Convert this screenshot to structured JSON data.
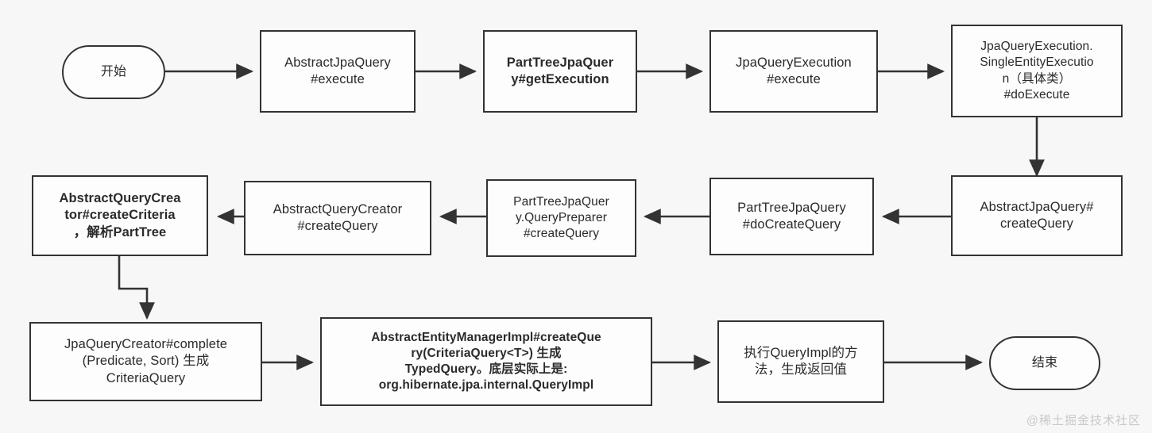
{
  "diagram": {
    "title": "Spring Data JPA PartTree query execution flow",
    "background_color": "#f7f7f7",
    "node_fill": "#fdfdfd",
    "node_border_color": "#333333",
    "arrow_color": "#333333",
    "watermark": "@稀土掘金技术社区",
    "nodes": [
      {
        "id": "start",
        "shape": "terminal",
        "bold": false,
        "label": "开始"
      },
      {
        "id": "n2",
        "shape": "rect",
        "bold": false,
        "label": "AbstractJpaQuery\n#execute"
      },
      {
        "id": "n3",
        "shape": "rect",
        "bold": true,
        "label": "PartTreeJpaQuer\ny#getExecution"
      },
      {
        "id": "n4",
        "shape": "rect",
        "bold": false,
        "label": "JpaQueryExecution\n#execute"
      },
      {
        "id": "n5",
        "shape": "rect",
        "bold": false,
        "label": "JpaQueryExecution.\nSingleEntityExecutio\nn（具体类）\n#doExecute"
      },
      {
        "id": "n6",
        "shape": "rect",
        "bold": false,
        "label": "AbstractJpaQuery#\ncreateQuery"
      },
      {
        "id": "n7",
        "shape": "rect",
        "bold": false,
        "label": "PartTreeJpaQuery\n#doCreateQuery"
      },
      {
        "id": "n8",
        "shape": "rect",
        "bold": false,
        "label": "PartTreeJpaQuer\ny.QueryPreparer\n#createQuery"
      },
      {
        "id": "n9",
        "shape": "rect",
        "bold": false,
        "label": "AbstractQueryCreator\n#createQuery"
      },
      {
        "id": "n10",
        "shape": "rect",
        "bold": true,
        "label": "AbstractQueryCrea\ntor#createCriteria\n，解析PartTree"
      },
      {
        "id": "n11",
        "shape": "rect",
        "bold": false,
        "label": "JpaQueryCreator#complete\n(Predicate, Sort) 生成\nCriteriaQuery"
      },
      {
        "id": "n12",
        "shape": "rect",
        "bold": true,
        "label": "AbstractEntityManagerImpl#createQue\nry(CriteriaQuery<T>) 生成\nTypedQuery。底层实际上是:\norg.hibernate.jpa.internal.QueryImpl"
      },
      {
        "id": "n13",
        "shape": "rect",
        "bold": false,
        "label": "执行QueryImpl的方\n法，生成返回值"
      },
      {
        "id": "end",
        "shape": "terminal",
        "bold": false,
        "label": "结束"
      }
    ],
    "edges": [
      {
        "from": "start",
        "to": "n2",
        "direction": "right"
      },
      {
        "from": "n2",
        "to": "n3",
        "direction": "right"
      },
      {
        "from": "n3",
        "to": "n4",
        "direction": "right"
      },
      {
        "from": "n4",
        "to": "n5",
        "direction": "right"
      },
      {
        "from": "n5",
        "to": "n6",
        "direction": "down"
      },
      {
        "from": "n6",
        "to": "n7",
        "direction": "left"
      },
      {
        "from": "n7",
        "to": "n8",
        "direction": "left"
      },
      {
        "from": "n8",
        "to": "n9",
        "direction": "left"
      },
      {
        "from": "n9",
        "to": "n10",
        "direction": "left"
      },
      {
        "from": "n10",
        "to": "n11",
        "direction": "down-elbow"
      },
      {
        "from": "n11",
        "to": "n12",
        "direction": "right"
      },
      {
        "from": "n12",
        "to": "n13",
        "direction": "right"
      },
      {
        "from": "n13",
        "to": "end",
        "direction": "right"
      }
    ]
  }
}
